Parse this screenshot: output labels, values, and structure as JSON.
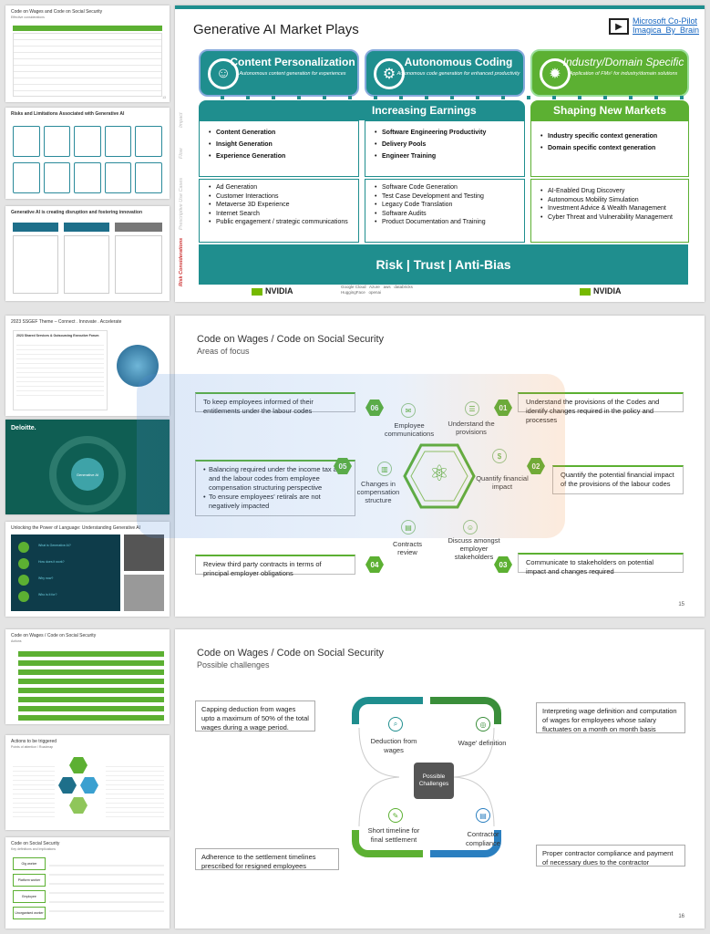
{
  "thumbs": {
    "t1": {
      "title": "Code on Wages and Code on Social Security",
      "subtitle": "Effective considerations"
    },
    "t2": {
      "title": "Risks and Limitations Associated with Generative AI"
    },
    "t3": {
      "title": "Generative AI is creating disruption and fostering innovation"
    },
    "t4": {
      "title": "2023 SSGEF Theme – Connect . Innovate . Accelerate",
      "subtitle": "2023 Shared Services & Outsourcing Executive Forum"
    },
    "t5": {
      "brand": "Deloitte.",
      "center": "Generative AI"
    },
    "t6": {
      "title": "Unlocking the Power of Language: Understanding Generative AI",
      "items": [
        "What is Generative AI?",
        "How does it work?",
        "Why now?",
        "Who is it for?"
      ]
    },
    "t7": {
      "title": "Code on Wages / Code on Social Security",
      "subtitle": "Actions"
    },
    "t8": {
      "title": "Actions to be triggered",
      "subtitle": "Points of attention / Roadmap"
    },
    "t9": {
      "title": "Code on Social Security",
      "subtitle": "Key definitions and Implications",
      "rows": [
        "Gig worker",
        "Platform worker",
        "Employee",
        "Unorganised worker"
      ]
    }
  },
  "slide1": {
    "title": "Generative AI Market Plays",
    "logo_line1": "Microsoft Co-Pilot",
    "logo_line2": "Imagica_By_Brain",
    "columns": [
      {
        "head": "Content Personalization",
        "desc": "Autonomous content generation for experiences",
        "icon": "people-icon",
        "band": "Increasing Earnings"
      },
      {
        "head": "Autonomous Coding",
        "desc": "Autonomous code generation for enhanced productivity",
        "icon": "gears-icon"
      },
      {
        "head": "Industry/Domain Specific",
        "desc": "Application of FMs¹ for industry/domain solutions",
        "icon": "bulb-icon",
        "band": "Shaping New Markets"
      }
    ],
    "row_labels": [
      "Impact",
      "Flow",
      "Prescriptive Use Cases",
      "Risk Considerations"
    ],
    "flows": [
      [
        "Content Generation",
        "Insight Generation",
        "Experience Generation"
      ],
      [
        "Software Engineering Productivity",
        "Delivery Pools",
        "Engineer Training"
      ],
      [
        "Industry specific context generation",
        "Domain specific context generation"
      ]
    ],
    "use_cases": [
      [
        "Ad Generation",
        "Customer Interactions",
        "Metaverse 3D Experience",
        "Internet Search",
        "Public engagement / strategic communications"
      ],
      [
        "Software Code Generation",
        "Test Case Development and Testing",
        "Legacy Code Translation",
        "Software Audits",
        "Product Documentation and Training"
      ],
      [
        "AI-Enabled Drug Discovery",
        "Autonomous Mobility Simulation",
        "Investment Advice & Wealth Management",
        "Cyber Threat and Vulnerability Management"
      ]
    ],
    "risk": "Risk |  Trust |  Anti-Bias",
    "footer_left": "NVIDIA",
    "footer_right": "NVIDIA",
    "partners": [
      "Google Cloud",
      "Azure",
      "aws",
      "databricks",
      "HuggingFace",
      "openai"
    ]
  },
  "slide2": {
    "title": "Code on Wages / Code on Social Security",
    "subtitle": "Areas of focus",
    "page": "15",
    "items": [
      {
        "num": "01",
        "text": "Understand the provisions of the Codes and identify changes required in the policy and processes",
        "label": "Understand the provisions"
      },
      {
        "num": "02",
        "text": "Quantify the potential financial impact of the provisions of the labour codes",
        "label": "Quantify financial impact"
      },
      {
        "num": "03",
        "text": "Communicate to stakeholders on potential impact and changes required",
        "label": "Discuss amongst employer stakeholders"
      },
      {
        "num": "04",
        "text": "Review third party contracts in terms of principal employer obligations",
        "label": "Contracts review"
      },
      {
        "num": "05",
        "text1": "Balancing required under the income tax act and the labour codes  from employee compensation structuring perspective",
        "text2": "To ensure employees' retirals are not negatively impacted",
        "label": "Changes in compensation structure"
      },
      {
        "num": "06",
        "text": "To keep employees informed of their entitlements under the labour codes",
        "label": "Employee communications"
      }
    ]
  },
  "slide3": {
    "title": "Code on Wages / Code on Social Security",
    "subtitle": "Possible challenges",
    "page": "16",
    "center": "Possible Challenges",
    "boxes": [
      "Capping deduction from wages upto a maximum of 50% of the total wages during a wage period.",
      "Interpreting wage definition and computation of wages for employees whose salary fluctuates on a month on month basis",
      "Adherence to the settlement timelines prescribed for resigned employees",
      "Proper contractor compliance and payment of necessary dues to the contractor"
    ],
    "labels": [
      "Deduction from wages",
      "Wage' definition",
      "Short timeline for final settlement",
      "Contractor compliance"
    ]
  },
  "colors": {
    "teal": "#1f8e8e",
    "green": "#5cb032",
    "gray_box": "#555555"
  }
}
